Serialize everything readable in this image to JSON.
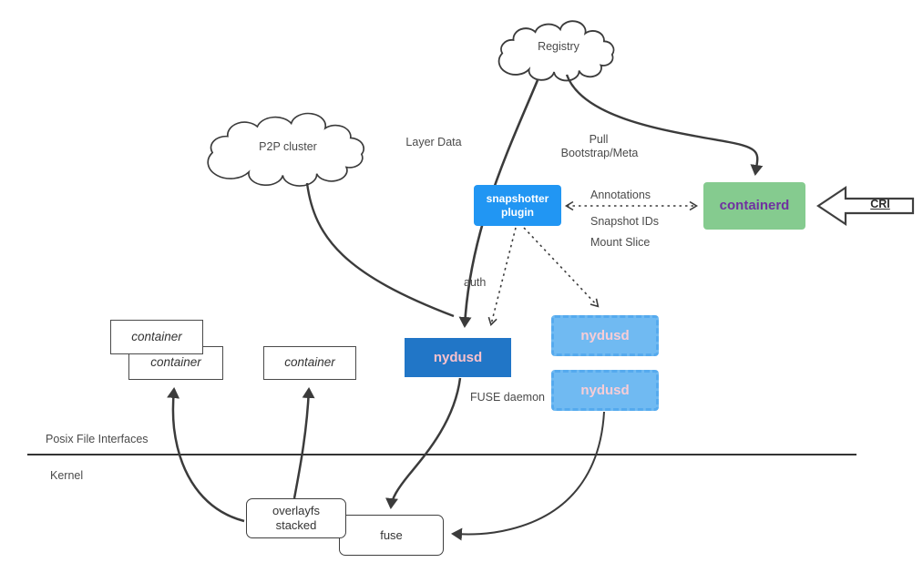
{
  "clouds": {
    "registry": "Registry",
    "p2p": "P2P cluster"
  },
  "nodes": {
    "snapshotter": {
      "line1": "snapshotter",
      "line2": "plugin"
    },
    "containerd": "containerd",
    "nydusd_main": "nydusd",
    "nydusd_dash1": "nydusd",
    "nydusd_dash2": "nydusd",
    "containers": [
      "container",
      "container",
      "container"
    ],
    "overlayfs": {
      "line1": "overlayfs",
      "line2": "stacked"
    },
    "fuse": "fuse",
    "cri": "CRI"
  },
  "labels": {
    "layer_data": "Layer Data",
    "pull_line1": "Pull",
    "pull_line2": "Bootstrap/Meta",
    "annotations": "Annotations",
    "snapshot_ids": "Snapshot IDs",
    "mount_slice": "Mount Slice",
    "auth": "auth",
    "fuse_daemon": "FUSE daemon",
    "posix": "Posix File Interfaces",
    "kernel": "Kernel"
  },
  "colors": {
    "snapshotter_bg": "#2196F3",
    "containerd_bg": "#85CB8F",
    "containerd_text": "#7030A0",
    "nydusd_bg": "#2176C7",
    "nydusd_text": "#F8C1CC",
    "nydusd_dash_bg": "#70BAF2",
    "nydusd_dash_border": "#55AAEE",
    "nydusd_dash_text": "#F8CDD6",
    "line": "#3B3B3B"
  }
}
